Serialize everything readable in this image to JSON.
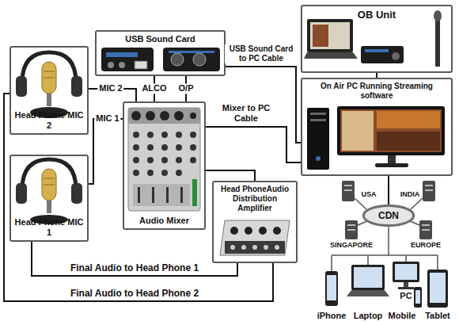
{
  "diagram": {
    "nodes": [
      {
        "text": [
          "Head Phone MIC 2"
        ]
      },
      {
        "text": [
          "USB Sound Card"
        ]
      },
      {
        "text": [
          "OB Unit"
        ]
      },
      {
        "text": [
          "On Air PC Running Streaming software"
        ]
      },
      {
        "text": [
          "Audio Mixer"
        ]
      },
      {
        "text": [
          "Head Phone MIC 1"
        ]
      },
      {
        "text": [
          "Head PhoneAudio Distribution Amplifier"
        ]
      },
      {
        "text": [
          "CDN"
        ]
      }
    ],
    "edges": [
      {
        "from": 0,
        "to": 4,
        "label": "MIC 2",
        "arrow": "none"
      },
      {
        "from": 5,
        "to": 4,
        "label": "MIC 1",
        "arrow": "none"
      },
      {
        "from": 4,
        "to": 1,
        "label": "ALCO",
        "arrow": "none"
      },
      {
        "from": 4,
        "to": 1,
        "label": "O/P",
        "arrow": "none"
      },
      {
        "from": 1,
        "to": 3,
        "label": "USB Sound Card to PC Cable",
        "arrow": "none"
      },
      {
        "from": 4,
        "to": 3,
        "label": "Mixer to PC Cable",
        "arrow": "none"
      },
      {
        "from": 2,
        "to": 3,
        "arrow": "none"
      },
      {
        "from": 3,
        "to": 7,
        "arrow": "none"
      },
      {
        "from": 4,
        "to": 6,
        "arrow": "none"
      },
      {
        "from": 6,
        "to": 5,
        "label": "Final Audio to Head Phone 1",
        "arrow": "none"
      },
      {
        "from": 6,
        "to": 0,
        "label": "Final Audio to Head Phone 2",
        "arrow": "none"
      }
    ],
    "labels": [
      "USA",
      "INDIA",
      "SINGAPORE",
      "EUROPE",
      "iPhone",
      "Laptop",
      "PC",
      "Mobile",
      "Tablet"
    ]
  }
}
